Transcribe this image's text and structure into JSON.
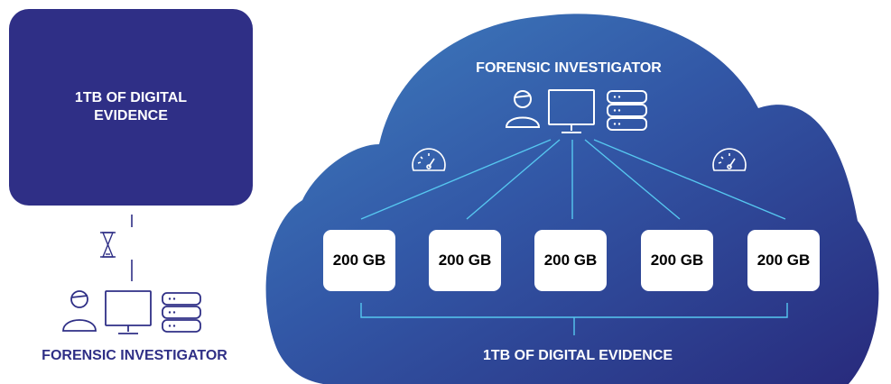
{
  "colors": {
    "navy": "#2f2f86",
    "cloud_light": "#3f7fbf",
    "cloud_dark": "#282a7c",
    "connector": "#56c7f0",
    "white": "#ffffff"
  },
  "left_panel": {
    "evidence_box_text": "1TB OF DIGITAL EVIDENCE",
    "wait_icon": "hourglass-icon",
    "investigator_icons": [
      "person-icon",
      "monitor-icon",
      "server-icon"
    ],
    "investigator_label": "FORENSIC INVESTIGATOR"
  },
  "cloud": {
    "title": "FORENSIC INVESTIGATOR",
    "investigator_icons": [
      "person-icon",
      "monitor-icon",
      "server-icon"
    ],
    "speed_icons": [
      "speedometer-icon",
      "speedometer-icon"
    ],
    "chunks": [
      "200 GB",
      "200 GB",
      "200 GB",
      "200 GB",
      "200 GB"
    ],
    "bottom_label": "1TB OF DIGITAL EVIDENCE"
  }
}
